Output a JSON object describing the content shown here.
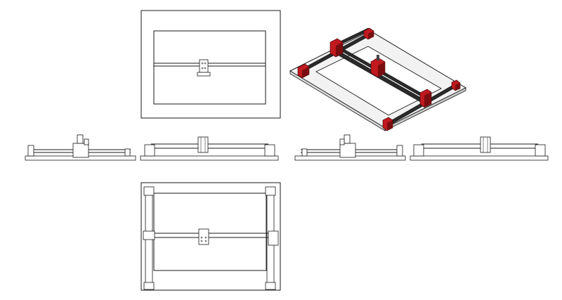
{
  "drawing": {
    "views": [
      {
        "id": "top",
        "label": ""
      },
      {
        "id": "isometric",
        "label": ""
      },
      {
        "id": "front",
        "label": ""
      },
      {
        "id": "right",
        "label": ""
      },
      {
        "id": "back",
        "label": ""
      },
      {
        "id": "left",
        "label": ""
      },
      {
        "id": "bottom",
        "label": ""
      }
    ],
    "colors": {
      "line": "#1a1a1a",
      "paper": "#ffffff",
      "carriage": "#c0191f",
      "carriage_dark": "#7a0d10",
      "rail": "#2a2a2a",
      "bed": "#f2f2f2"
    }
  }
}
